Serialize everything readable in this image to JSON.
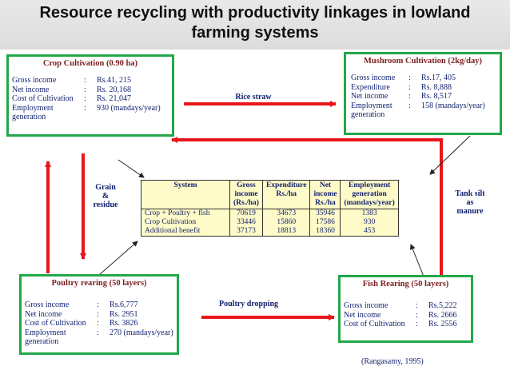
{
  "title_line1": "Resource recycling with productivity linkages in lowland",
  "title_line2": "farming systems",
  "crop": {
    "title": "Crop Cultivation (0.90 ha)",
    "rows": [
      {
        "k": "Gross income",
        "c": ":",
        "v": "Rs.41, 215"
      },
      {
        "k": "Net income",
        "c": ":",
        "v": "Rs. 20,168"
      },
      {
        "k": "Cost of Cultivation",
        "c": ":",
        "v": "Rs. 21,047"
      },
      {
        "k": "Employment",
        "c": ":",
        "v": "930 (mandays/year)"
      },
      {
        "k": "generation",
        "c": "",
        "v": ""
      }
    ]
  },
  "mushroom": {
    "title": "Mushroom Cultivation (2kg/day)",
    "rows": [
      {
        "k": "Gross income",
        "c": ":",
        "v": "Rs.17, 405"
      },
      {
        "k": "Expenditure",
        "c": ":",
        "v": "Rs. 8,888"
      },
      {
        "k": "Net income",
        "c": ":",
        "v": "Rs. 8,517"
      },
      {
        "k": "Employment",
        "c": ":",
        "v": "158 (mandays/year)"
      },
      {
        "k": "generation",
        "c": "",
        "v": ""
      }
    ]
  },
  "poultry": {
    "title": "Poultry rearing  (50 layers)",
    "rows": [
      {
        "k": "Gross income",
        "c": ":",
        "v": "Rs.6,777"
      },
      {
        "k": "Net income",
        "c": ":",
        "v": "Rs. 2951"
      },
      {
        "k": "Cost of Cultivation",
        "c": ":",
        "v": "Rs. 3826"
      },
      {
        "k": "Employment",
        "c": ":",
        "v": "270 (mandays/year)"
      },
      {
        "k": "generation",
        "c": "",
        "v": ""
      }
    ]
  },
  "fish": {
    "title": "Fish Rearing  (50 layers)",
    "rows": [
      {
        "k": "Gross income",
        "c": ":",
        "v": "Rs.5,222"
      },
      {
        "k": "Net income",
        "c": ":",
        "v": "Rs. 2666"
      },
      {
        "k": "Cost of Cultivation",
        "c": ":",
        "v": "Rs. 2556"
      }
    ]
  },
  "labels": {
    "rice_straw": "Rice straw",
    "grain_1": "Grain",
    "grain_2": "&",
    "grain_3": "residue",
    "tank_1": "Tank silt",
    "tank_2": "as",
    "tank_3": "manure",
    "poultry_dropping": "Poultry dropping"
  },
  "table": {
    "headers": [
      [
        "System",
        "",
        ""
      ],
      [
        "Gross",
        "income",
        "(Rs./ha)"
      ],
      [
        "Expenditure",
        "Rs./ha",
        ""
      ],
      [
        "Net",
        "income",
        "Rs./ha"
      ],
      [
        "Employment",
        "generation",
        "(mandays/year)"
      ]
    ],
    "rows": [
      [
        "Crop + Poultry + fish",
        "70619",
        "34673",
        "35946",
        "1383"
      ],
      [
        "Crop Cultivation",
        "33446",
        "15860",
        "17586",
        "930"
      ],
      [
        "Additional benefit",
        "37173",
        "18813",
        "18360",
        "453"
      ]
    ]
  },
  "citation": "(Rangasamy, 1995)",
  "colors": {
    "arrow": "#e8161b",
    "box_border": "#22a84a"
  }
}
